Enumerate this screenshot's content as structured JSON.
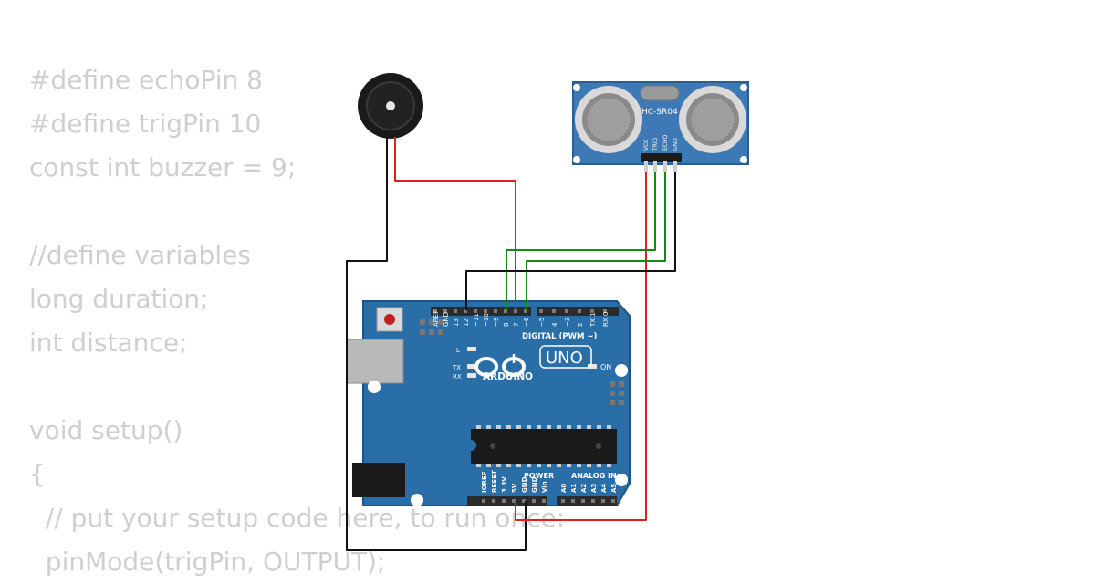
{
  "code_lines": [
    "#define echoPin 8",
    "#define trigPin 10",
    "const int buzzer = 9;",
    "",
    "//define variables",
    "long duration;",
    "int distance;",
    "",
    "void setup()",
    "{",
    "  // put your setup code here, to run once:",
    "  pinMode(trigPin, OUTPUT);"
  ],
  "sensor": {
    "label": "HC-SR04",
    "pins": [
      "VCC",
      "TRIG",
      "ECHO",
      "GND"
    ]
  },
  "arduino": {
    "brand": "ARDUINO",
    "model": "UNO",
    "digital_label": "DIGITAL (PWM ~)",
    "power_label": "POWER",
    "analog_label": "ANALOG IN",
    "on_label": "ON",
    "l_label": "L",
    "tx_label": "TX",
    "rx_label": "RX",
    "digital_pins": [
      "AREF",
      "GND",
      "13",
      "12",
      "~11",
      "~10",
      "~9",
      "8",
      "7",
      "~6",
      "~5",
      "4",
      "~3",
      "2",
      "TX 1",
      "RX 0"
    ],
    "power_pins": [
      "IOREF",
      "RESET",
      "3.3V",
      "5V",
      "GND",
      "GND",
      "Vin"
    ],
    "analog_pins": [
      "A0",
      "A1",
      "A2",
      "A3",
      "A4",
      "A5"
    ]
  },
  "colors": {
    "board": "#2a6ea8",
    "sensor": "#3f79b5",
    "wire_red": "#e01f1f",
    "wire_green": "#138a13",
    "wire_black": "#111111",
    "code_text": "#cfcfcf"
  }
}
